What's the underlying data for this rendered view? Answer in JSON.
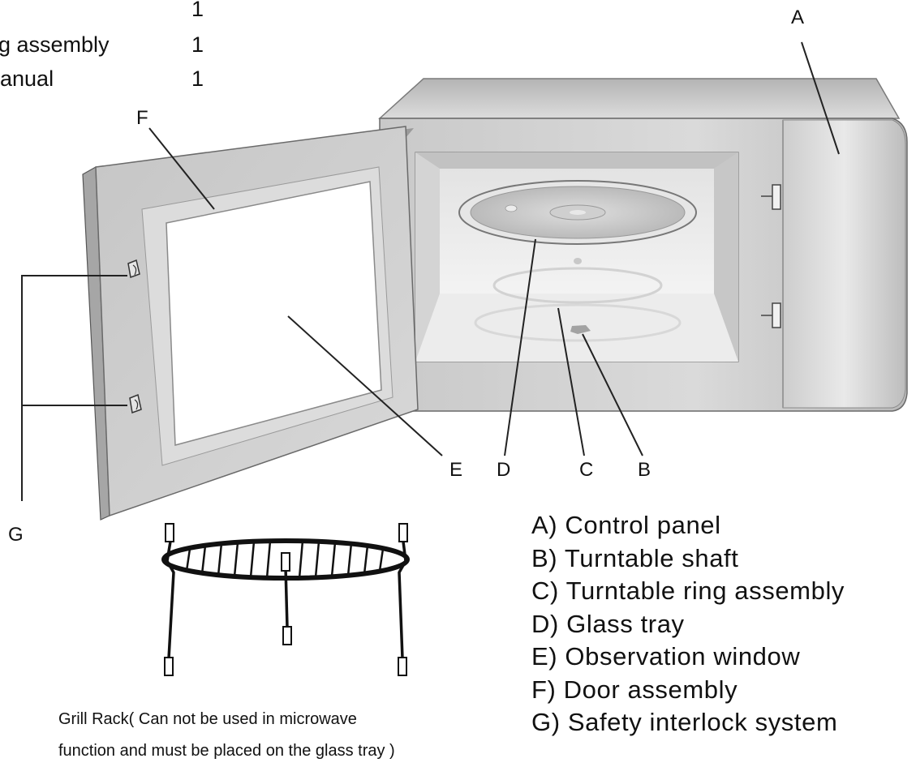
{
  "packing_list": {
    "items": [
      {
        "name": "",
        "qty": "1"
      },
      {
        "name": "g assembly",
        "qty": "1"
      },
      {
        "name": "lanual",
        "qty": "1"
      }
    ]
  },
  "callouts": {
    "a": "A",
    "b": "B",
    "c": "C",
    "d": "D",
    "e": "E",
    "f": "F",
    "g": "G"
  },
  "legend": [
    "A) Control panel",
    "B) Turntable shaft",
    "C) Turntable ring assembly",
    "D) Glass tray",
    "E) Observation window",
    "F) Door assembly",
    "G) Safety interlock system"
  ],
  "grill_rack": {
    "caption_line1": "Grill Rack( Can not be used in microwave",
    "caption_line2": "function and must be placed on the glass tray )"
  }
}
